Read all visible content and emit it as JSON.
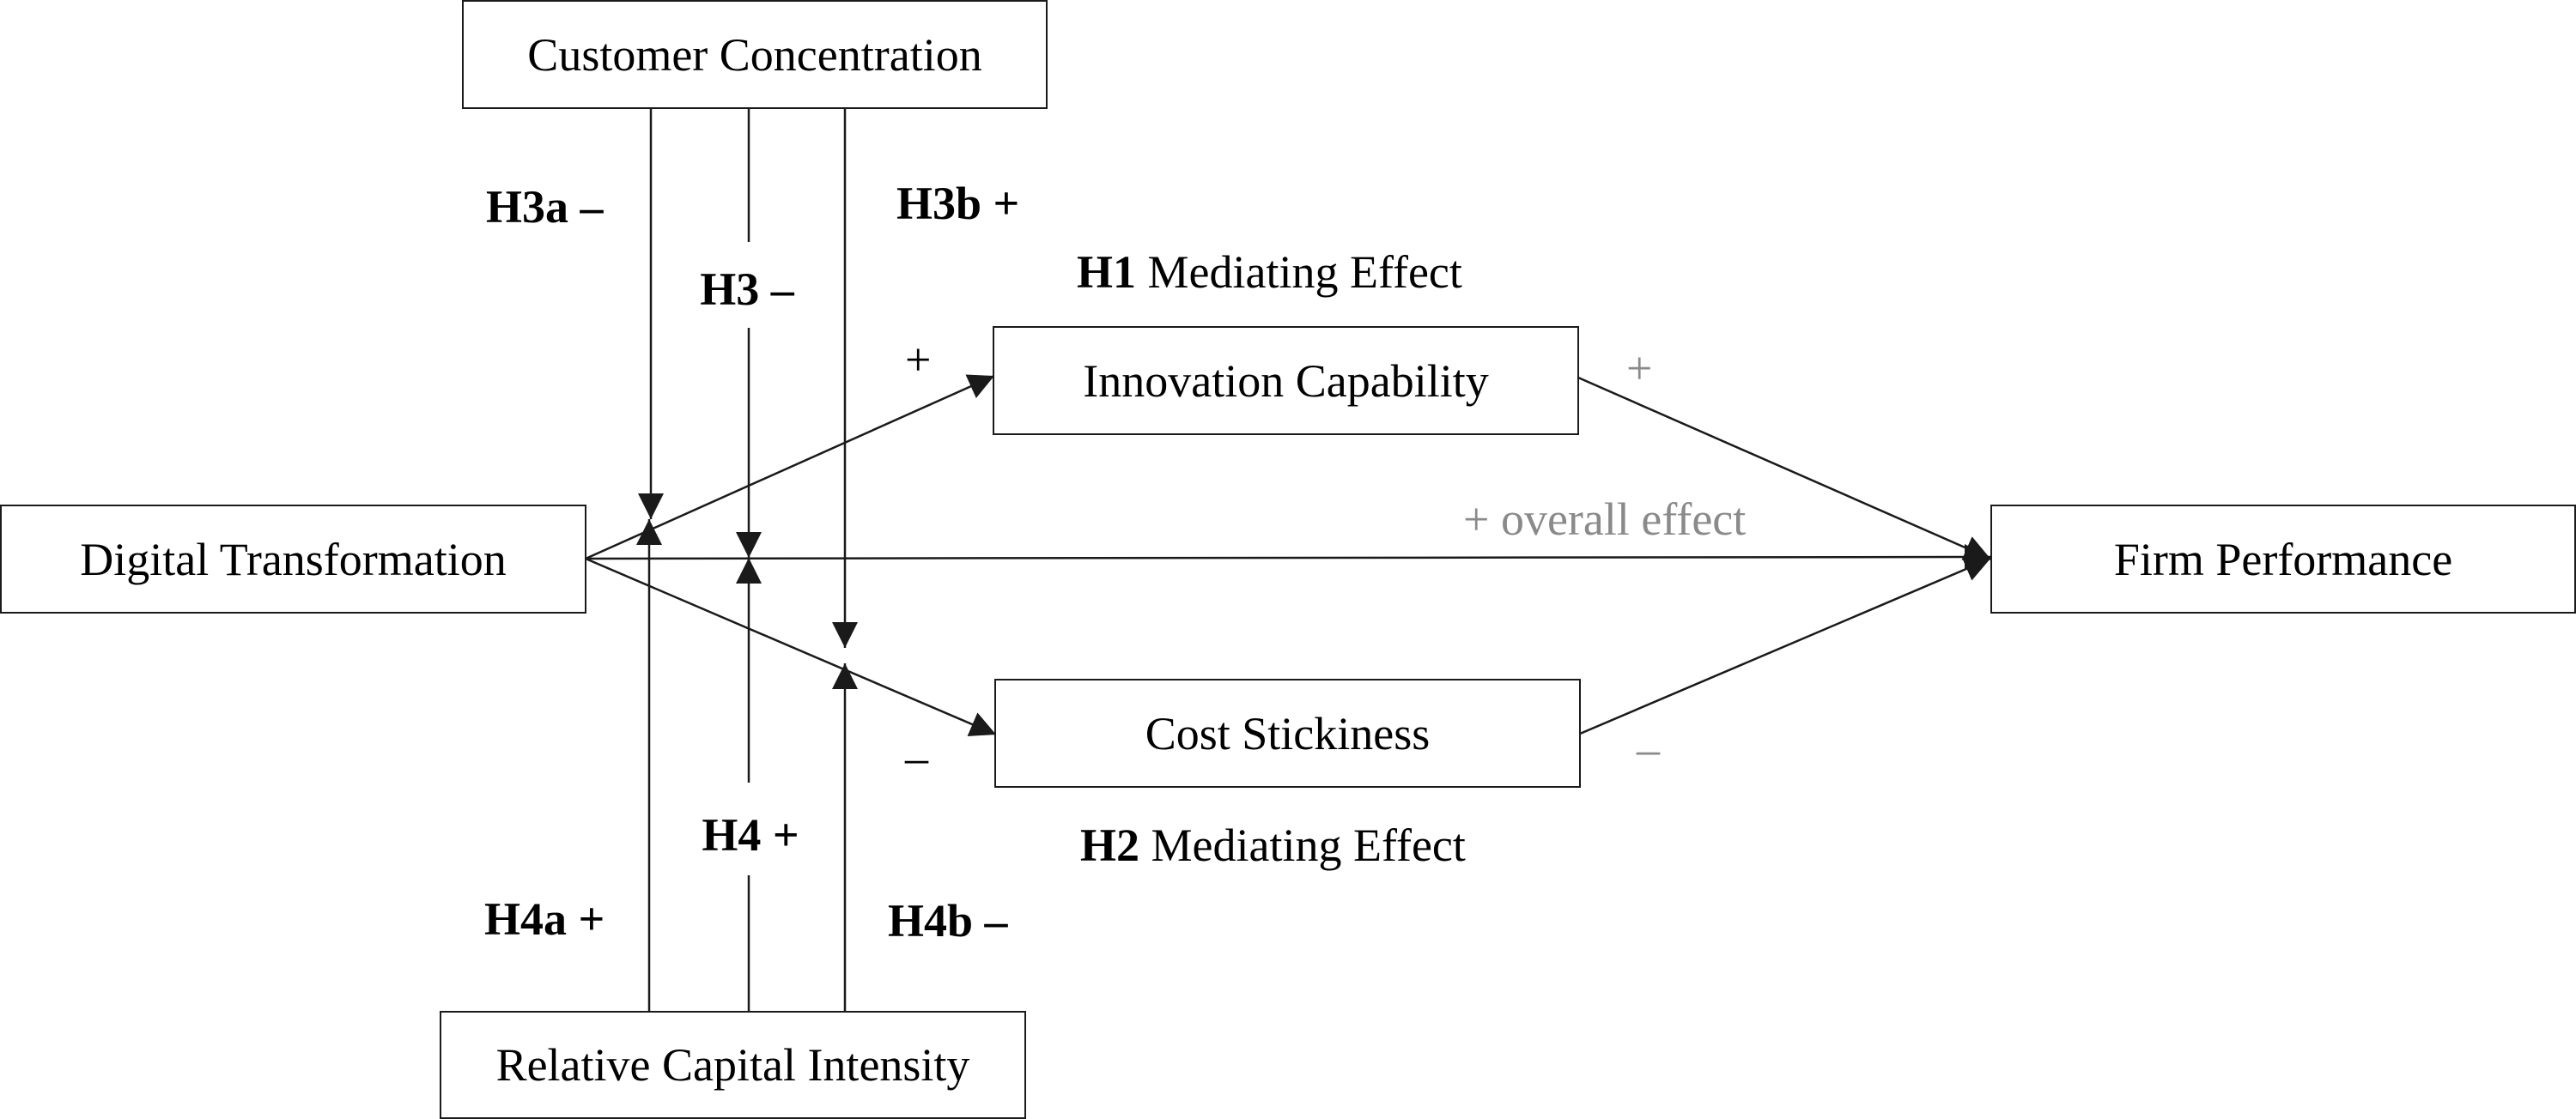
{
  "nodes": {
    "customer_concentration": "Customer Concentration",
    "digital_transformation": "Digital Transformation",
    "innovation_capability": "Innovation Capability",
    "cost_stickiness": "Cost Stickiness",
    "firm_performance": "Firm Performance",
    "relative_capital_intensity": "Relative Capital Intensity"
  },
  "hypotheses": {
    "h3a": "H3a –",
    "h3": "H3 –",
    "h3b": "H3b +",
    "h4a": "H4a +",
    "h4": "H4 +",
    "h4b": "H4b –",
    "h1_tag": "H1",
    "h1_text": "Mediating Effect",
    "h2_tag": "H2",
    "h2_text": "Mediating Effect"
  },
  "signs": {
    "dt_to_ic": "+",
    "ic_to_fp": "+",
    "dt_to_cs": "–",
    "cs_to_fp": "–",
    "overall": "+ overall effect"
  },
  "colors": {
    "line": "#1a1a1a",
    "muted_label": "#8a8a8a"
  }
}
